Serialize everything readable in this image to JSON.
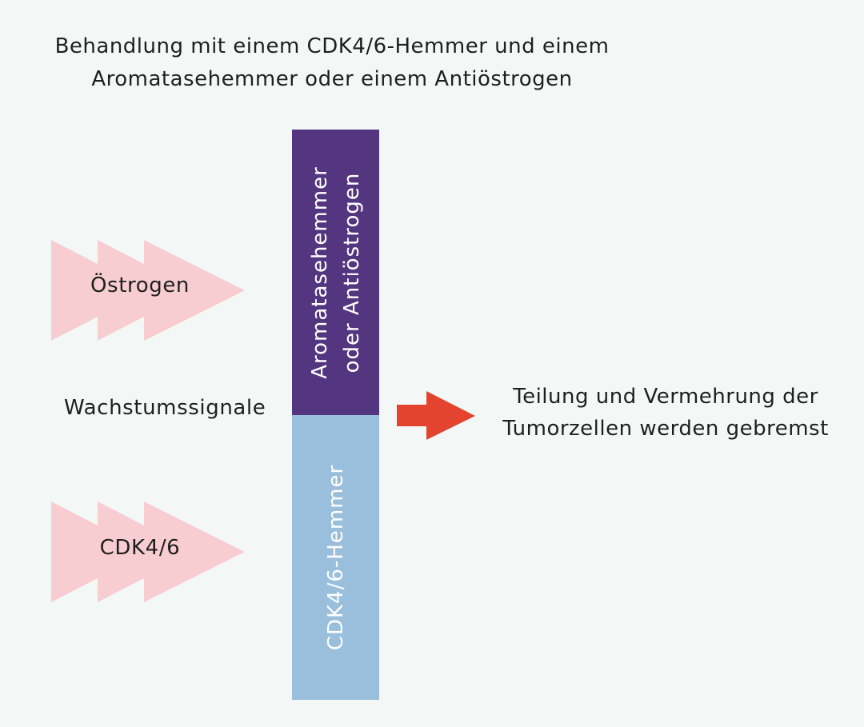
{
  "title": {
    "line1": "Behandlung mit einem CDK4/6-Hemmer und einem",
    "line2": "Aromatasehemmer oder einem Antiöstrogen"
  },
  "signals": {
    "estrogen_label": "Östrogen",
    "cdk_label": "CDK4/6",
    "growth_signals_label": "Wachstumssignale"
  },
  "blocker": {
    "top_line1": "Aromatasehemmer",
    "top_line2": "oder Antiöstrogen",
    "bottom_label": "CDK4/6-Hemmer"
  },
  "result": {
    "line1": "Teilung und Vermehrung der",
    "line2": "Tumorzellen werden gebremst"
  },
  "colors": {
    "background": "#f3f8f7",
    "chevron_fill": "#f7cdd1",
    "bar_top": "#543680",
    "bar_bottom": "#99bfdd",
    "result_arrow": "#e4442f"
  }
}
